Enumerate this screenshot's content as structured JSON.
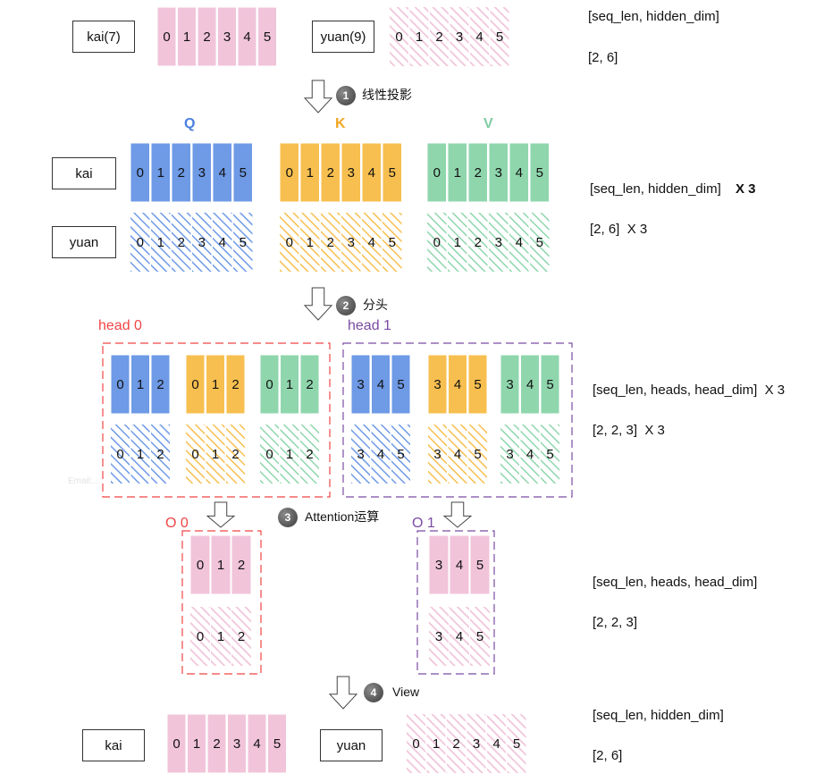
{
  "colors": {
    "pink": "#f1c4da",
    "blue": "#6e9ae6",
    "orange": "#f7bf4f",
    "green": "#8fd6ad",
    "red": "#f04545",
    "purple": "#7b4ca3",
    "q_label": "#4a7fe0",
    "k_label": "#f2a623",
    "v_label": "#7fcca0"
  },
  "row1": {
    "token_a": "kai(7)",
    "token_b": "yuan(9)",
    "digits": [
      "0",
      "1",
      "2",
      "3",
      "4",
      "5"
    ],
    "shape": "[seq_len, hidden_dim]",
    "size": "[2, 6]"
  },
  "steps": [
    {
      "num": "1",
      "text": "线性投影"
    },
    {
      "num": "2",
      "text": "分头"
    },
    {
      "num": "3",
      "text": "Attention运算"
    },
    {
      "num": "4",
      "text": "View"
    }
  ],
  "qkv": {
    "labels": [
      "Q",
      "K",
      "V"
    ],
    "token_a": "kai",
    "token_b": "yuan",
    "digits": [
      "0",
      "1",
      "2",
      "3",
      "4",
      "5"
    ],
    "shape": "[seq_len, hidden_dim]",
    "shape_mult": "X 3",
    "size": "[2, 6]  X 3"
  },
  "heads": {
    "head0_title": "head 0",
    "head1_title": "head 1",
    "head0_digits": [
      "0",
      "1",
      "2"
    ],
    "head1_digits": [
      "3",
      "4",
      "5"
    ],
    "shape": "[seq_len, heads, head_dim]  X 3",
    "size": "[2, 2, 3]  X 3"
  },
  "outputs": {
    "o0_title": "O 0",
    "o1_title": "O 1",
    "o0_digits": [
      "0",
      "1",
      "2"
    ],
    "o1_digits": [
      "3",
      "4",
      "5"
    ],
    "shape": "[seq_len, heads, head_dim]",
    "size": "[2, 2, 3]"
  },
  "final": {
    "token_a": "kai",
    "token_b": "yuan",
    "digits": [
      "0",
      "1",
      "2",
      "3",
      "4",
      "5"
    ],
    "shape": "[seq_len, hidden_dim]",
    "size": "[2, 6]"
  },
  "watermark": "Email:..."
}
